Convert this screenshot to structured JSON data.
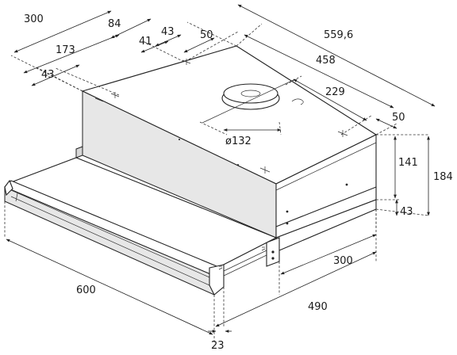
{
  "dimensions": {
    "depth_total": "300",
    "outlet_offset": "84",
    "body_depth": "173",
    "outlet_side_a": "41",
    "outlet_side_b": "43",
    "outlet_width": "50",
    "front_margin": "43",
    "overall_width": "559,6",
    "body_width": "458",
    "outlet_position": "229",
    "side_margin": "50",
    "duct_diameter": "ø132",
    "body_height": "141",
    "total_height": "184",
    "bottom_height": "43",
    "front_width": "600",
    "lower_depth": "300",
    "lower_width": "490",
    "front_thickness": "23"
  }
}
